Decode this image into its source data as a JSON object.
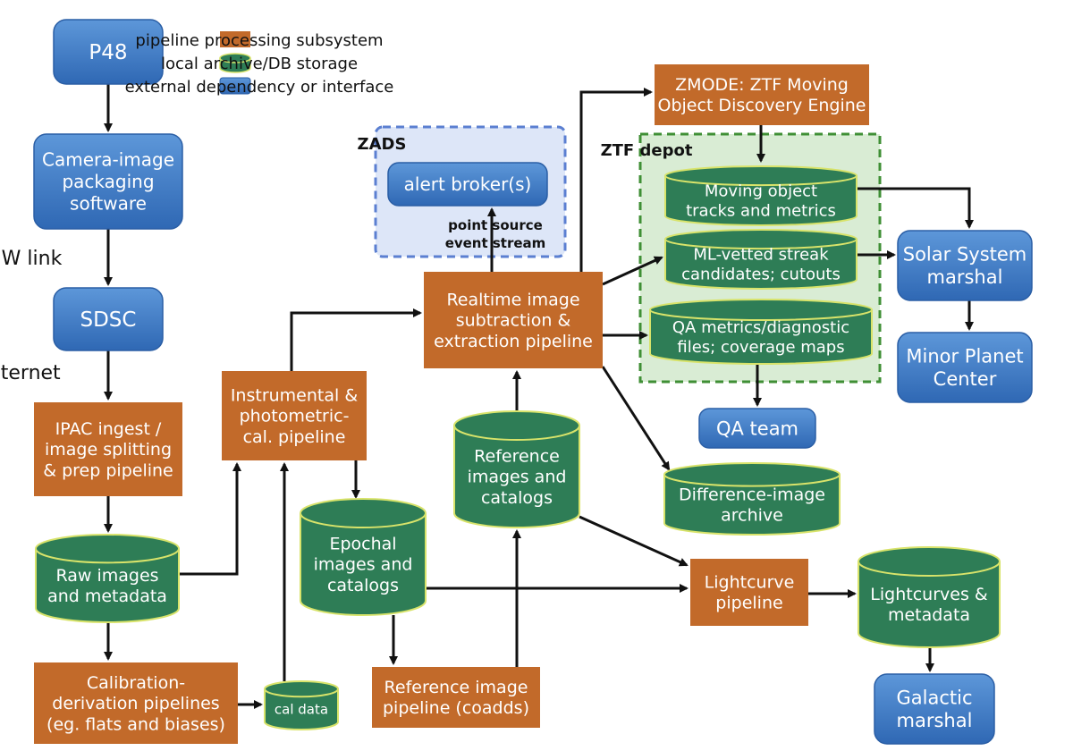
{
  "legend": {
    "pipeline": "pipeline processing subsystem",
    "storage": "local archive/DB storage",
    "external": "external dependency or interface"
  },
  "groups": {
    "zads": "ZADS",
    "ztf_depot": "ZTF depot"
  },
  "labels": {
    "mw_link": "MW link",
    "internet": "Internet",
    "point_source_1": "point source",
    "point_source_2": "event stream"
  },
  "nodes": {
    "p48": [
      "P48"
    ],
    "camera": [
      "Camera-image",
      "packaging",
      "software"
    ],
    "sdsc": [
      "SDSC"
    ],
    "ipac": [
      "IPAC ingest /",
      "image splitting",
      "& prep pipeline"
    ],
    "raw": [
      "Raw images",
      "and metadata"
    ],
    "calderiv": [
      "Calibration-",
      "derivation pipelines",
      "(eg. flats and biases)"
    ],
    "caldata": [
      "cal data"
    ],
    "instr": [
      "Instrumental &",
      "photometric-",
      "cal. pipeline"
    ],
    "epochal": [
      "Epochal",
      "images and",
      "catalogs"
    ],
    "refpipe": [
      "Reference image",
      "pipeline (coadds)"
    ],
    "refimg": [
      "Reference",
      "images and",
      "catalogs"
    ],
    "realtime": [
      "Realtime image",
      "subtraction &",
      "extraction pipeline"
    ],
    "alert": [
      "alert broker(s)"
    ],
    "zmode": [
      "ZMODE: ZTF Moving",
      "Object Discovery Engine"
    ],
    "moving": [
      "Moving object",
      "tracks and metrics"
    ],
    "streak": [
      "ML-vetted streak",
      "candidates; cutouts"
    ],
    "qametrics": [
      "QA metrics/diagnostic",
      "files; coverage maps"
    ],
    "qateam": [
      "QA team"
    ],
    "diffarch": [
      "Difference-image",
      "archive"
    ],
    "lcpipe": [
      "Lightcurve",
      "pipeline"
    ],
    "lcmeta": [
      "Lightcurves &",
      "metadata"
    ],
    "solar": [
      "Solar System",
      "marshal"
    ],
    "mpc": [
      "Minor Planet",
      "Center"
    ],
    "galactic": [
      "Galactic",
      "marshal"
    ]
  },
  "colors": {
    "pipeline": "#c26a2a",
    "storage": "#2e7d56",
    "external": "#3a78c4",
    "zads_fill": "#dde6f8",
    "zads_border": "#5b7fd1",
    "depot_fill": "#d9ecd4",
    "depot_border": "#3f8f35"
  }
}
